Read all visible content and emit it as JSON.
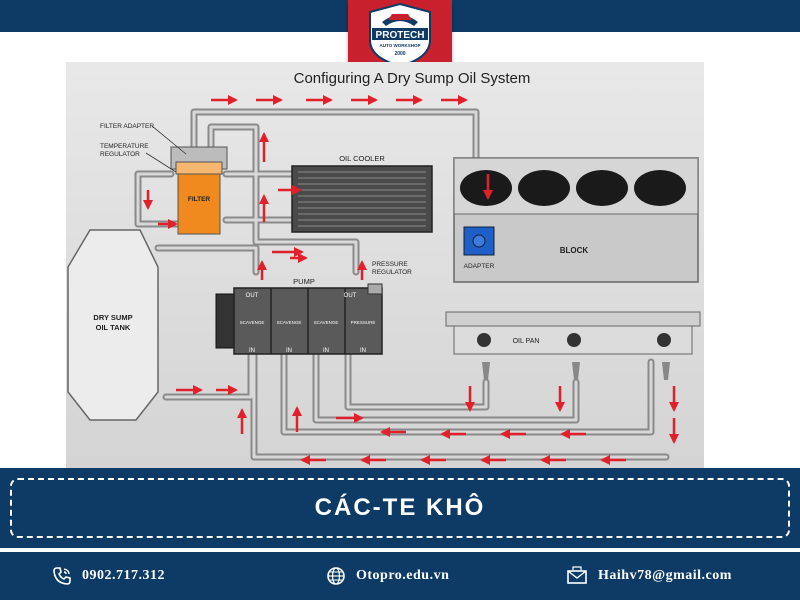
{
  "brand": {
    "name": "PROTECH",
    "tagline": "AUTO WORKSHOP",
    "year": "2000",
    "color": "#c8202c"
  },
  "diagram": {
    "title": "Configuring A Dry Sump Oil System",
    "labels": {
      "filter_adapter": "FILTER ADAPTER",
      "temperature": "TEMPERATURE",
      "regulator": "REGULATOR",
      "filter": "FILTER",
      "oil_cooler": "OIL COOLER",
      "block": "BLOCK",
      "adapter": "ADAPTER",
      "dry_sump": "DRY SUMP",
      "oil_tank": "OIL TANK",
      "pump": "PUMP",
      "pressure": "PRESSURE",
      "pressure_regulator": "REGULATOR",
      "oil_pan": "OIL PAN",
      "out": "OUT",
      "in": "IN",
      "scavenge": "SCAVENGE",
      "pressure_stage": "PRESSURE"
    },
    "colors": {
      "arrow": "#e0202a",
      "filter": "#f08a1e",
      "adapter": "#1f5fc8",
      "pipe": "#9a9a9a"
    }
  },
  "caption": "CÁC-TE KHÔ",
  "footer": {
    "phone": {
      "icon": "phone-icon",
      "text": "0902.717.312"
    },
    "website": {
      "icon": "globe-icon",
      "text": "Otopro.edu.vn"
    },
    "email": {
      "icon": "mail-icon",
      "text": "Haihv78@gmail.com"
    }
  },
  "theme": {
    "navy": "#0d3b66"
  }
}
